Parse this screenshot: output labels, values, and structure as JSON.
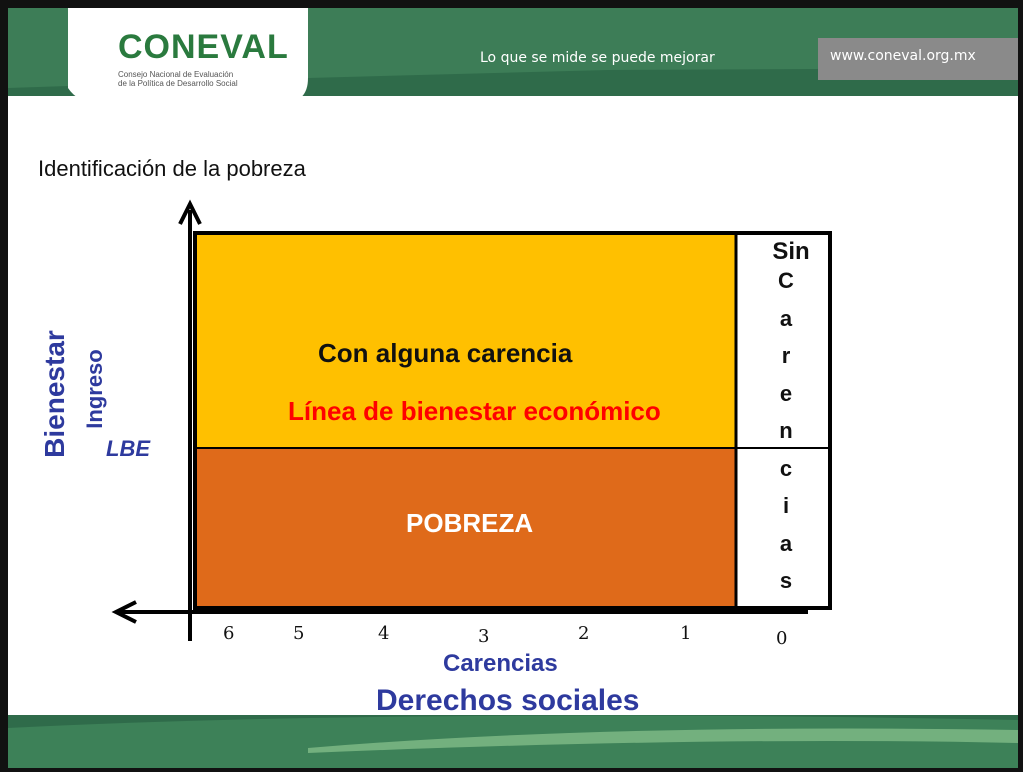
{
  "header": {
    "logo_text": "CONEVAL",
    "logo_subtitle_line1": "Consejo Nacional de Evaluación",
    "logo_subtitle_line2": "de la Política de Desarrollo Social",
    "tagline": "Lo que se mide se puede mejorar",
    "url": "www.coneval.org.mx"
  },
  "colors": {
    "upper_region": "#FFC000",
    "lower_region": "#DF6A1A",
    "header_green": "#2f6b4a",
    "label_blue": "#2e3a9e",
    "line_red": "#FF0000"
  },
  "diagram": {
    "title": "Identificación de la pobreza",
    "y_axis_label": "Bienestar",
    "y_axis_sublabel": "Ingreso",
    "lbe_label": "LBE",
    "upper_region_label": "Con alguna carencia",
    "line_label": "Línea de bienestar económico",
    "lower_region_label": "POBREZA",
    "sin_label": "Sin",
    "carencias_vertical": [
      "C",
      "a",
      "r",
      "e",
      "n",
      "c",
      "i",
      "a",
      "s"
    ],
    "x_ticks": [
      "6",
      "5",
      "4",
      "3",
      "2",
      "1",
      "0"
    ],
    "x_axis_label": "Carencias",
    "x_axis_sublabel": "Derechos sociales"
  }
}
